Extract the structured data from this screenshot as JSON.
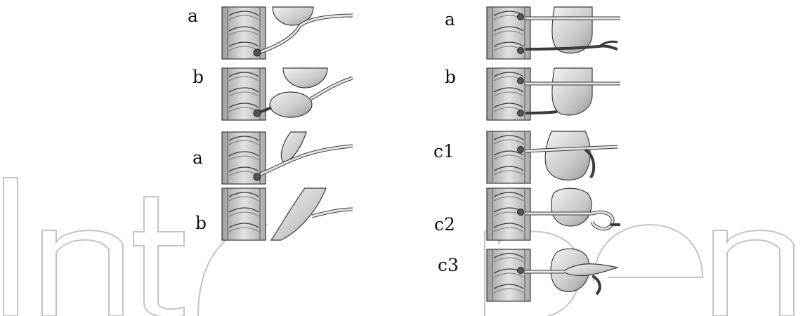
{
  "watermark": {
    "text": "IntechOpen",
    "color": "#bdbdbd"
  },
  "colors": {
    "outline": "#3a3a3a",
    "spine_fill": "#cfcfcf",
    "organ_fill": "#d4d4d4",
    "vessel_fill": "#e8e8e8",
    "label": "#111111"
  },
  "left_column": {
    "panels": [
      {
        "label": "a",
        "organ": "bulb-top",
        "variant": "vessel-down"
      },
      {
        "label": "b",
        "organ": "bulb-top",
        "variant": "dilated-vessel"
      },
      {
        "label": "a",
        "organ": "sac-upper",
        "variant": "vessel-low"
      },
      {
        "label": "b",
        "organ": "tube-wall",
        "variant": "vessel-mid"
      }
    ]
  },
  "right_column": {
    "panels": [
      {
        "label": "a",
        "organ": "pelvis",
        "variant": "two-vessels"
      },
      {
        "label": "b",
        "organ": "pelvis",
        "variant": "two-vessels-short"
      },
      {
        "label": "c1",
        "organ": "sac-round",
        "variant": "crossing-loop"
      },
      {
        "label": "c2",
        "organ": "bulb-round",
        "variant": "retro-loop"
      },
      {
        "label": "c3",
        "organ": "bulb-round",
        "variant": "spindle-vessel"
      }
    ]
  }
}
